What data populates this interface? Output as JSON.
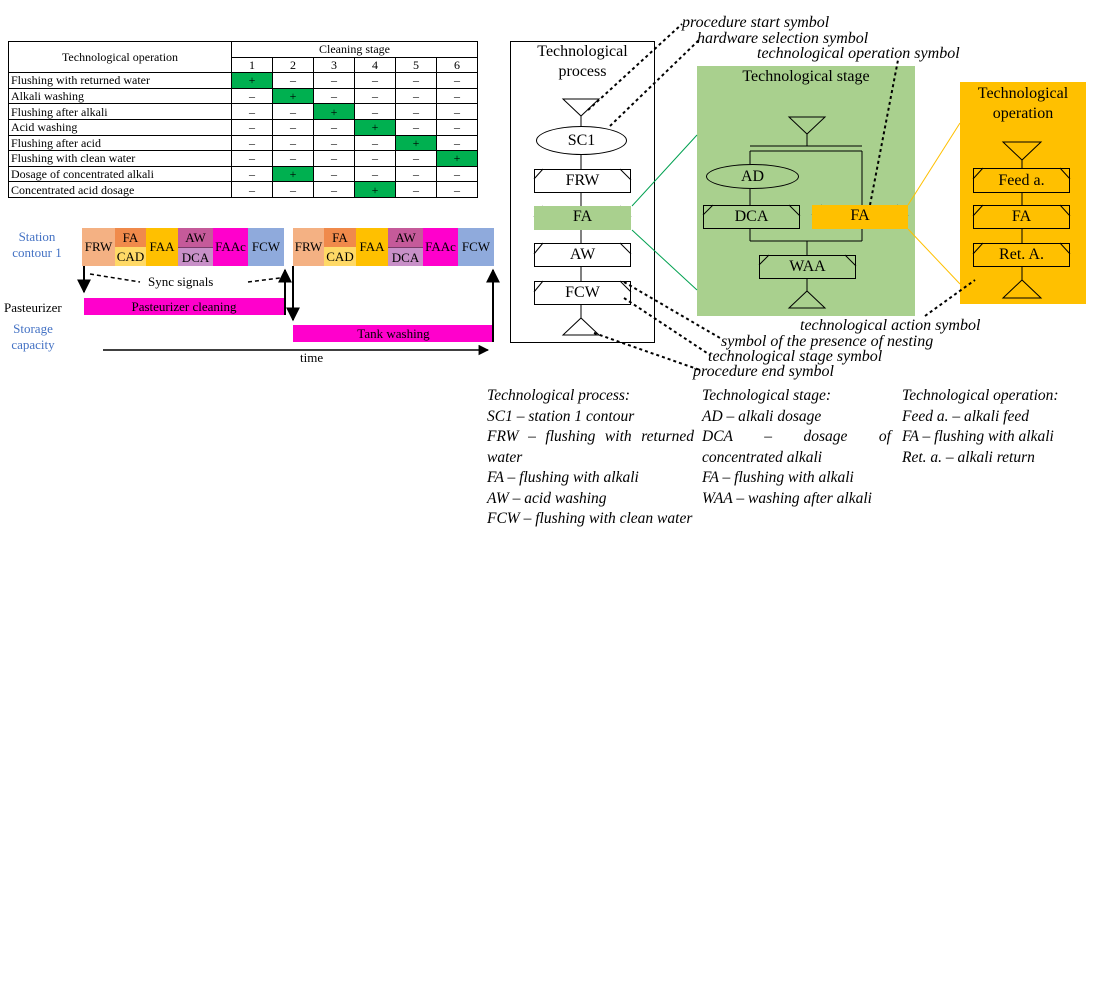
{
  "table": {
    "col_header": "Technological operation",
    "stage_header": "Cleaning stage",
    "stages": [
      "1",
      "2",
      "3",
      "4",
      "5",
      "6"
    ],
    "rows": [
      {
        "op": "Flushing with returned water",
        "cells": [
          "+",
          "–",
          "–",
          "–",
          "–",
          "–"
        ]
      },
      {
        "op": "Alkali washing",
        "cells": [
          "–",
          "+",
          "–",
          "–",
          "–",
          "–"
        ]
      },
      {
        "op": "Flushing after alkali",
        "cells": [
          "–",
          "–",
          "+",
          "–",
          "–",
          "–"
        ]
      },
      {
        "op": "Acid washing",
        "cells": [
          "–",
          "–",
          "–",
          "+",
          "–",
          "–"
        ]
      },
      {
        "op": "Flushing after acid",
        "cells": [
          "–",
          "–",
          "–",
          "–",
          "+",
          "–"
        ]
      },
      {
        "op": "Flushing with clean water",
        "cells": [
          "–",
          "–",
          "–",
          "–",
          "–",
          "+"
        ]
      },
      {
        "op": "Dosage of concentrated alkali",
        "cells": [
          "–",
          "+",
          "–",
          "–",
          "–",
          "–"
        ]
      },
      {
        "op": "Concentrated acid dosage",
        "cells": [
          "–",
          "–",
          "–",
          "+",
          "–",
          "–"
        ]
      }
    ],
    "highlight_color": "#00b050"
  },
  "timeline": {
    "station_label": "Station contour 1",
    "pasteurizer_label": "Pasteurizer",
    "storage_label": "Storage capacity",
    "sync_label": "Sync signals",
    "time_label": "time",
    "pasteurizer_bar": "Pasteurizer cleaning",
    "tank_bar": "Tank washing",
    "seg": {
      "frw": "FRW",
      "fa": "FA",
      "cad": "CAD",
      "faa": "FAA",
      "aw": "AW",
      "dca": "DCA",
      "faac": "FAAc",
      "fcw": "FCW"
    },
    "colors": {
      "frw": "#f4b183",
      "fa": "#f08a4b",
      "cad": "#ffd966",
      "faa": "#ffc000",
      "aw": "#c55a9a",
      "dca": "#c890c8",
      "faac": "#ff00cc",
      "fcw": "#8faadc",
      "bar": "#ff00cc"
    }
  },
  "process": {
    "title": "Technological process",
    "sc1": "SC1",
    "frw": "FRW",
    "fa": "FA",
    "aw": "AW",
    "fcw": "FCW"
  },
  "stage": {
    "title": "Technological stage",
    "ad": "AD",
    "dca": "DCA",
    "fa": "FA",
    "waa": "WAA",
    "bg": "#a9d08e"
  },
  "operation": {
    "title": "Technological operation",
    "feed": "Feed a.",
    "fa": "FA",
    "ret": "Ret. A.",
    "bg": "#ffc000"
  },
  "annotations": {
    "start": "procedure start symbol",
    "hardware": "hardware selection symbol",
    "op_symbol": "technological operation symbol",
    "action": "technological action symbol",
    "nesting": "symbol of the presence of nesting",
    "stage_symbol": "technological stage symbol",
    "end": "procedure end symbol"
  },
  "legend": {
    "process_title": "Technological process:",
    "process_lines": [
      "SC1 – station 1 contour",
      "FRW – flushing with returned water",
      "FA – flushing with alkali",
      "AW – acid washing",
      "FCW – flushing with clean water"
    ],
    "stage_title": "Technological stage:",
    "stage_lines": [
      "AD – alkali dosage",
      "DCA – dosage of concentrated alkali",
      "FA – flushing with alkali",
      "WAA – washing after alkali"
    ],
    "op_title": "Technological operation:",
    "op_lines": [
      "Feed a. – alkali feed",
      "FA – flushing with alkali",
      "Ret. a. – alkali return"
    ]
  }
}
